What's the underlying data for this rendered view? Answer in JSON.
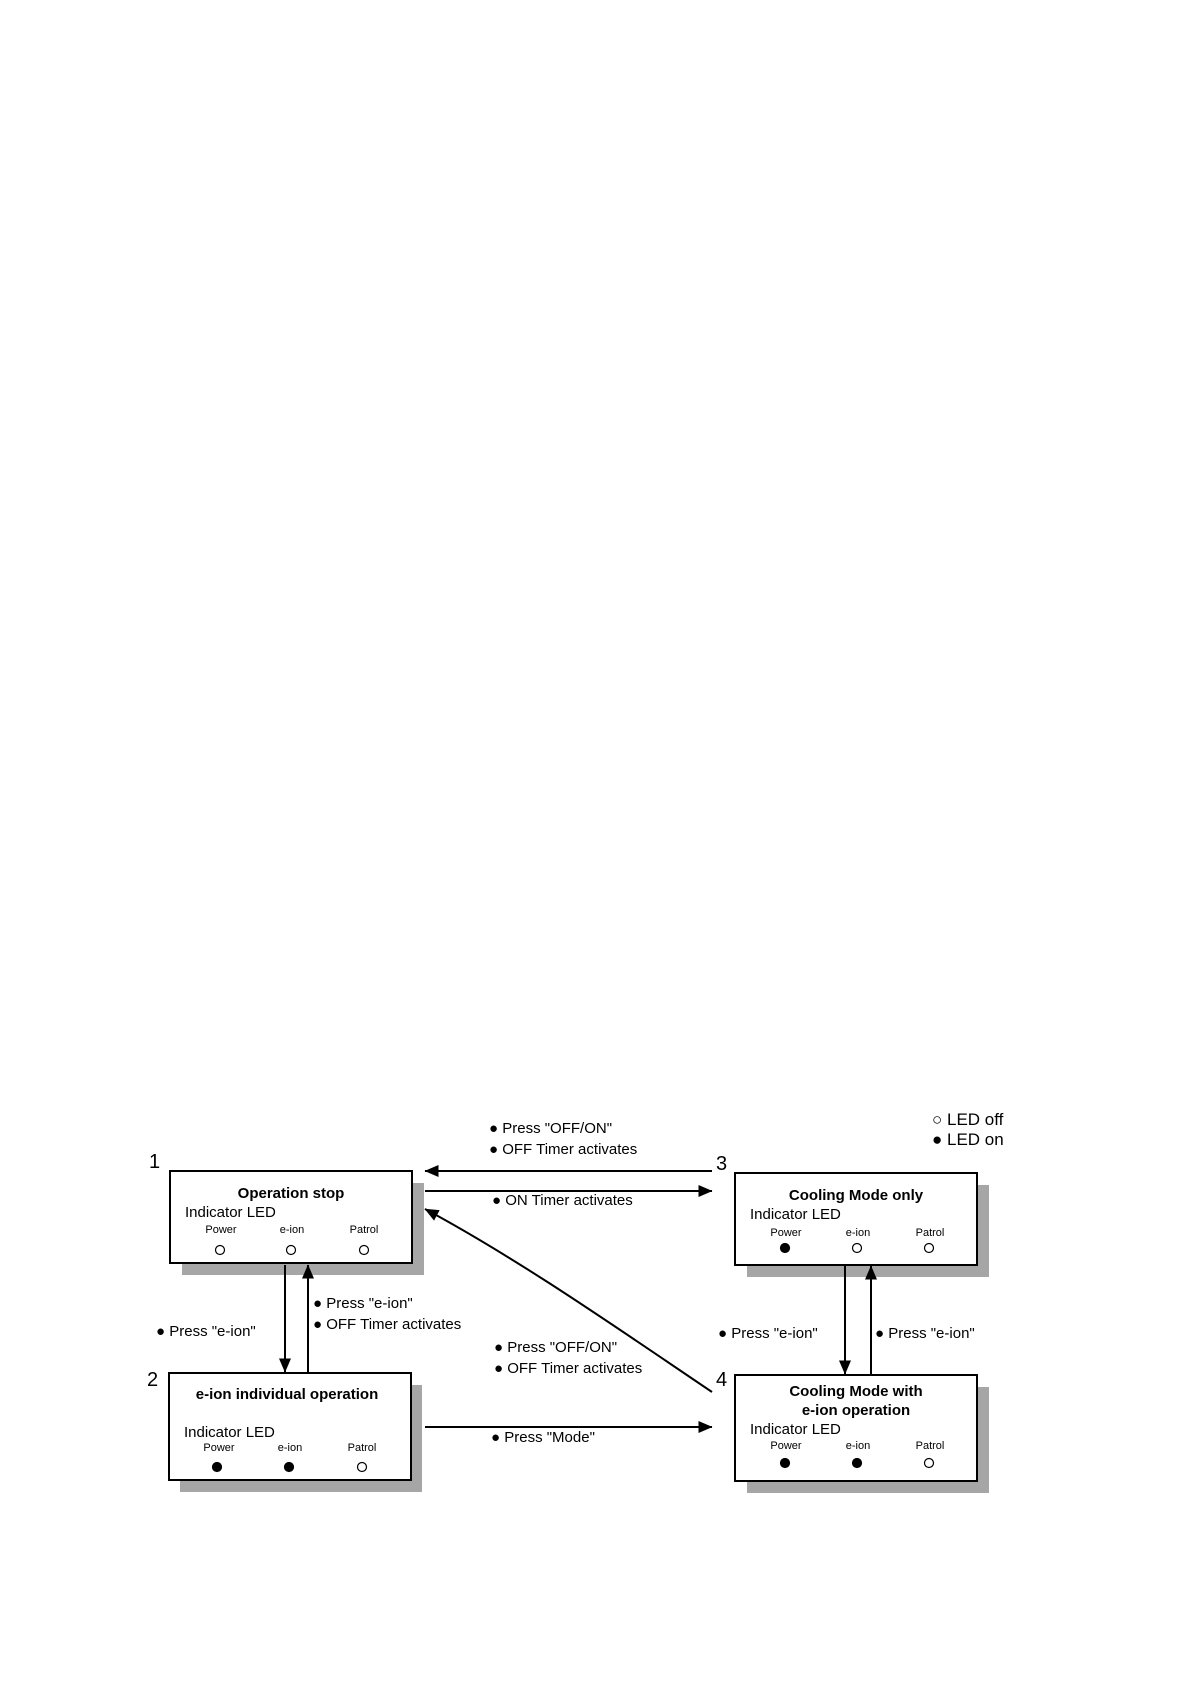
{
  "legend": {
    "off": "○ LED off",
    "on": "● LED on"
  },
  "states": [
    {
      "number": "1",
      "title_lines": [
        "Operation stop"
      ],
      "indicator_label": "Indicator LED",
      "leds": [
        {
          "name": "Power",
          "on": false
        },
        {
          "name": "e-ion",
          "on": false
        },
        {
          "name": "Patrol",
          "on": false
        }
      ]
    },
    {
      "number": "2",
      "title_lines": [
        "e-ion individual operation"
      ],
      "indicator_label": "Indicator LED",
      "leds": [
        {
          "name": "Power",
          "on": true
        },
        {
          "name": "e-ion",
          "on": true
        },
        {
          "name": "Patrol",
          "on": false
        }
      ]
    },
    {
      "number": "3",
      "title_lines": [
        "Cooling Mode only"
      ],
      "indicator_label": "Indicator LED",
      "leds": [
        {
          "name": "Power",
          "on": true
        },
        {
          "name": "e-ion",
          "on": false
        },
        {
          "name": "Patrol",
          "on": false
        }
      ]
    },
    {
      "number": "4",
      "title_lines": [
        "Cooling Mode with",
        "e-ion operation"
      ],
      "indicator_label": "Indicator LED",
      "leds": [
        {
          "name": "Power",
          "on": true
        },
        {
          "name": "e-ion",
          "on": true
        },
        {
          "name": "Patrol",
          "on": false
        }
      ]
    }
  ],
  "transitions": [
    {
      "from": "3",
      "to": "1",
      "labels": [
        "● Press \"OFF/ON\"",
        "● OFF Timer activates"
      ]
    },
    {
      "from": "1",
      "to": "3",
      "labels": [
        "● ON Timer activates"
      ]
    },
    {
      "from": "1",
      "to": "2",
      "labels": [
        "● Press \"e-ion\""
      ]
    },
    {
      "from": "2",
      "to": "1",
      "labels": [
        "● Press \"e-ion\"",
        "● OFF Timer activates"
      ]
    },
    {
      "from": "4",
      "to": "1",
      "labels": [
        "● Press \"OFF/ON\"",
        "● OFF Timer activates"
      ]
    },
    {
      "from": "2",
      "to": "4",
      "labels": [
        "● Press \"Mode\""
      ]
    },
    {
      "from": "3",
      "to": "4",
      "labels": [
        "● Press \"e-ion\""
      ]
    },
    {
      "from": "4",
      "to": "3",
      "labels": [
        "● Press \"e-ion\""
      ]
    }
  ]
}
